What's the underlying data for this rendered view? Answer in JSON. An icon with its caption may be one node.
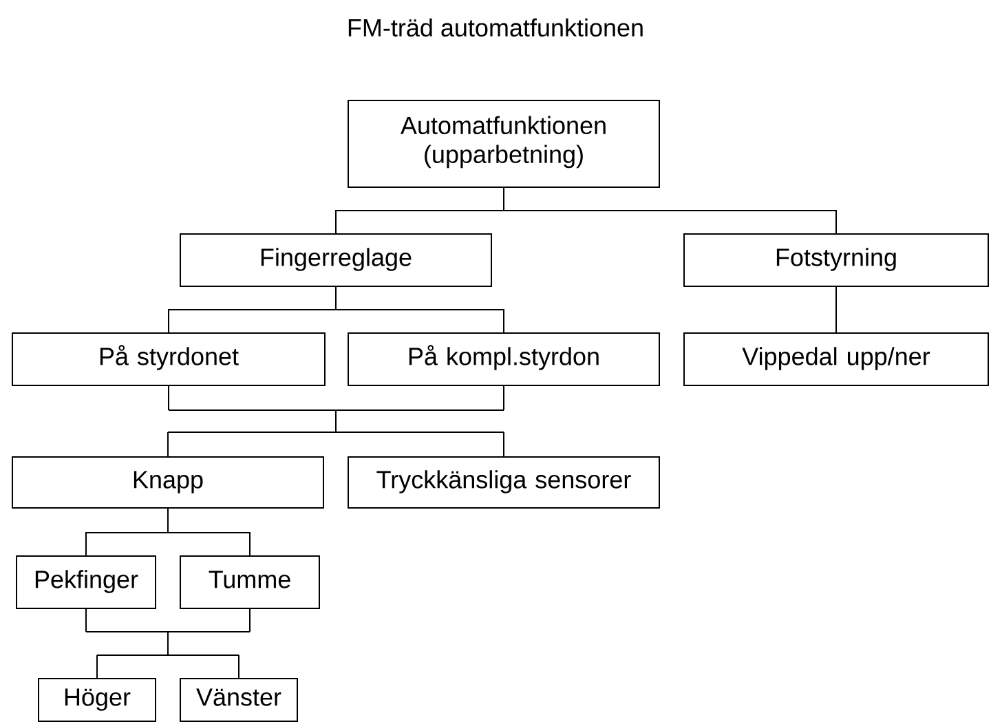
{
  "diagram": {
    "title": "FM-träd automatfunktionen",
    "nodes": [
      {
        "text": [
          "Automatfunktionen (upparbetning)"
        ]
      },
      {
        "text": [
          "Fingerreglage"
        ]
      },
      {
        "text": [
          "Fotstyrning"
        ]
      },
      {
        "text": [
          "På styrdonet"
        ]
      },
      {
        "text": [
          "På kompl.styrdon"
        ]
      },
      {
        "text": [
          "Vippedal upp/ner"
        ]
      },
      {
        "text": [
          "Knapp"
        ]
      },
      {
        "text": [
          "Tryckkänsliga sensorer"
        ]
      },
      {
        "text": [
          "Pekfinger"
        ]
      },
      {
        "text": [
          "Tumme"
        ]
      },
      {
        "text": [
          "Höger"
        ]
      },
      {
        "text": [
          "Vänster"
        ]
      }
    ],
    "edges": [
      {
        "from": 0,
        "to": 1,
        "arrow": "none"
      },
      {
        "from": 0,
        "to": 2,
        "arrow": "none"
      },
      {
        "from": 1,
        "to": 3,
        "arrow": "none"
      },
      {
        "from": 1,
        "to": 4,
        "arrow": "none"
      },
      {
        "from": 2,
        "to": 5,
        "arrow": "none"
      },
      {
        "from": 3,
        "to": 6,
        "arrow": "none"
      },
      {
        "from": 3,
        "to": 7,
        "arrow": "none"
      },
      {
        "from": 4,
        "to": 6,
        "arrow": "none"
      },
      {
        "from": 4,
        "to": 7,
        "arrow": "none"
      },
      {
        "from": 6,
        "to": 8,
        "arrow": "none"
      },
      {
        "from": 6,
        "to": 9,
        "arrow": "none"
      },
      {
        "from": 8,
        "to": 10,
        "arrow": "none"
      },
      {
        "from": 8,
        "to": 11,
        "arrow": "none"
      },
      {
        "from": 9,
        "to": 10,
        "arrow": "none"
      },
      {
        "from": 9,
        "to": 11,
        "arrow": "none"
      }
    ]
  }
}
